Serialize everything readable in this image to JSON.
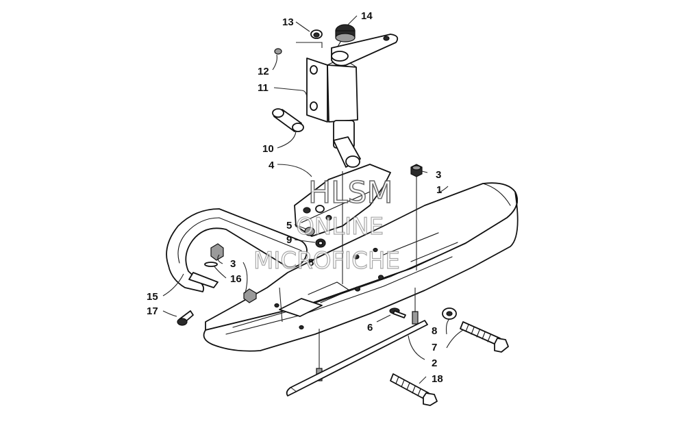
{
  "diagram": {
    "callouts": [
      "13",
      "14",
      "12",
      "11",
      "10",
      "4",
      "3",
      "1",
      "5",
      "9",
      "3",
      "8",
      "16",
      "15",
      "17",
      "6",
      "8",
      "7",
      "2",
      "18"
    ]
  },
  "watermark": {
    "line1": "HLSM",
    "line2": "ONLINE",
    "line3": "MICROFICHE"
  }
}
